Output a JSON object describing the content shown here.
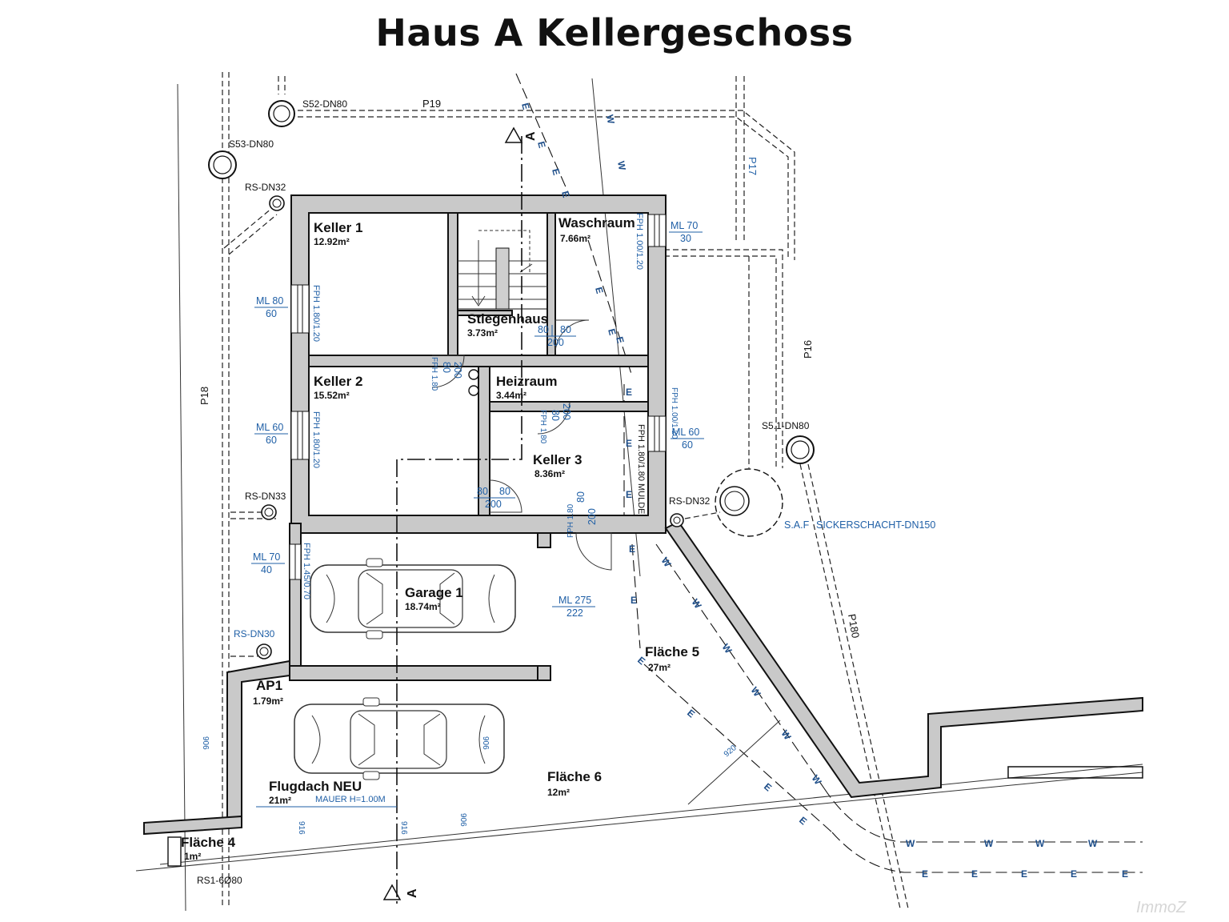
{
  "title": "Haus A Kellergeschoss",
  "rooms": {
    "keller1": {
      "name": "Keller 1",
      "area": "12.92m²"
    },
    "stiegenhaus": {
      "name": "Stiegenhaus",
      "area": "3.73m²"
    },
    "waschraum": {
      "name": "Waschraum",
      "area": "7.66m²"
    },
    "keller2": {
      "name": "Keller 2",
      "area": "15.52m²"
    },
    "heizraum": {
      "name": "Heizraum",
      "area": "3.44m²"
    },
    "keller3": {
      "name": "Keller 3",
      "area": "8.36m²"
    },
    "garage1": {
      "name": "Garage 1",
      "area": "18.74m²"
    },
    "ap1": {
      "name": "AP1",
      "area": "1.79m²"
    },
    "flugdach": {
      "name": "Flugdach NEU",
      "area": "21m²"
    },
    "flaeche4": {
      "name": "Fläche 4",
      "area": "1m²"
    },
    "flaeche5": {
      "name": "Fläche 5",
      "area": "27m²"
    },
    "flaeche6": {
      "name": "Fläche 6",
      "area": "12m²"
    }
  },
  "openings": {
    "ml80_60": {
      "a": "ML 80",
      "b": "60"
    },
    "ml60_60_left": {
      "a": "ML 60",
      "b": "60"
    },
    "ml70_40": {
      "a": "ML 70",
      "b": "40"
    },
    "ml70_30": {
      "a": "ML 70",
      "b": "30"
    },
    "ml60_60_right": {
      "a": "ML 60",
      "b": "60"
    },
    "ml275_222": {
      "a": "ML 275",
      "b": "222"
    },
    "door_stiegen": {
      "a": "80",
      "b": "80",
      "c": "200"
    },
    "door_keller2": {
      "a": "80",
      "b": "200"
    },
    "door_heizraum": {
      "a": "80",
      "b": "200"
    },
    "door_keller3_left": {
      "a": "80",
      "b": "80",
      "c": "200"
    },
    "door_keller3_bottom": {
      "a": "80",
      "b": "200"
    }
  },
  "vertical_notes": {
    "keller1_win": "FPH 1.80/1.20",
    "keller2_win": "FPH 1.80/1.20",
    "garage_win": "FPH 1.45/0.70",
    "waschraum_win": "FPH 1.00/1.20",
    "keller3_win": "FPH 1.00/1.20",
    "keller3_wall": "FPH 1.80/1.80 MULDE",
    "keller2_door": "FPH 1.80",
    "heiz_door": "FPH 1.80",
    "keller3_door": "FPH 1.80"
  },
  "shafts": {
    "s52": "S52-DN80",
    "s53": "S53-DN80",
    "rs32a": "RS-DN32",
    "rs33": "RS-DN33",
    "rs30": "RS-DN30",
    "rs32b": "RS-DN32",
    "s51": "S5.1-DN80",
    "sicker": "SICKERSCHACHT-DN150",
    "sicker_prefix": "S.A.F",
    "rs1": "RS1-6Ø80"
  },
  "pipes": {
    "p19": "P19",
    "p18": "P18",
    "p16": "P16",
    "p17": "P17",
    "p180": "P180"
  },
  "section_mark": "A",
  "mauer": "MAUER H=1.00M",
  "line_letters": {
    "water": "W",
    "electric": "E"
  },
  "dims": {
    "d1": "906",
    "d2": "906",
    "d3": "916",
    "d4": "916",
    "d5": "906",
    "d6": "920"
  },
  "watermark": "ImmoZ",
  "colors": {
    "wall": "#c9c9c9",
    "blue_text": "#1f5fa6",
    "line_text": "#1f4f8a"
  }
}
